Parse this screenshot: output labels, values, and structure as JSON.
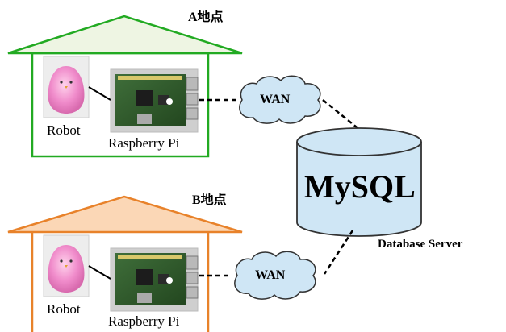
{
  "site_a": {
    "label": "A地点",
    "color": "#22aa22",
    "roof_fill": "#eef5e3",
    "robot_label": "Robot",
    "pi_label": "Raspberry Pi"
  },
  "site_b": {
    "label": "B地点",
    "color": "#e8822a",
    "roof_fill": "#fbd7b6",
    "robot_label": "Robot",
    "pi_label": "Raspberry Pi"
  },
  "wan": {
    "label_top": "WAN",
    "label_bottom": "WAN",
    "fill": "#cfe6f5",
    "stroke": "#333333"
  },
  "database": {
    "name": "MySQL",
    "caption": "Database Server",
    "fill": "#cfe6f5",
    "stroke": "#333333"
  }
}
